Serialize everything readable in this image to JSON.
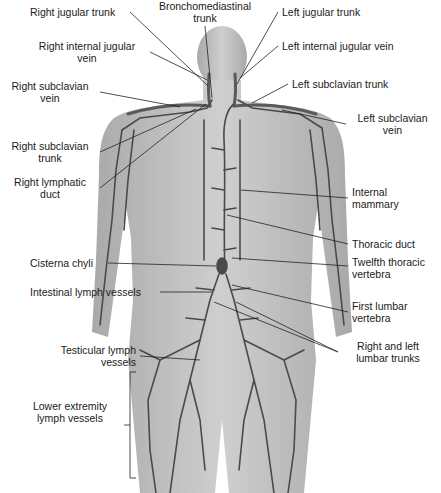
{
  "diagram": {
    "labels": [
      "Bronchomediastinal trunk",
      "Right jugular trunk",
      "Left jugular trunk",
      "Right internal jugular vein",
      "Left internal jugular vein",
      "Right subclavian vein",
      "Left subclavian trunk",
      "Left subclavian vein",
      "Right subclavian trunk",
      "Right lymphatic duct",
      "Internal mammary",
      "Thoracic duct",
      "Cisterna chyli",
      "Twelfth thoracic vertebra",
      "Intestinal lymph vessels",
      "First lumbar vertebra",
      "Testicular lymph vessels",
      "Right and left lumbar trunks",
      "Lower extremity lymph vessels"
    ]
  }
}
